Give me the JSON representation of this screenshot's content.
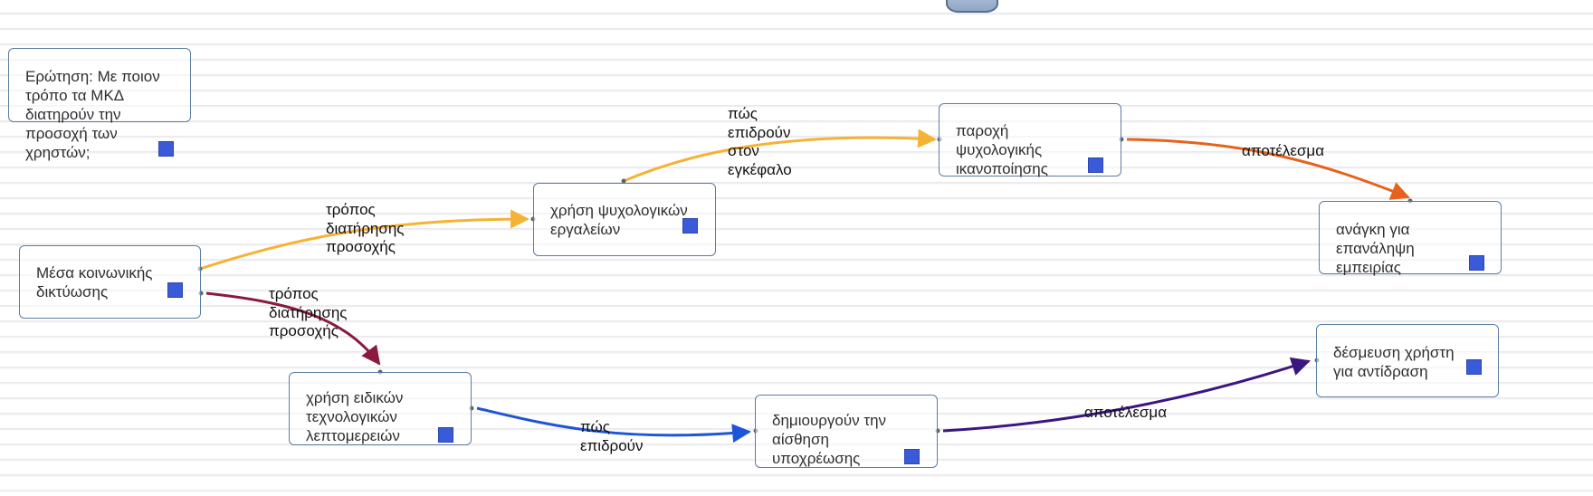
{
  "nodes": {
    "question": "Ερώτηση: Με ποιον τρόπο τα ΜΚΔ διατηρούν την προσοχή των χρηστών;",
    "social_media": "Μέσα κοινωνικής δικτύωσης",
    "psych_tools": "χρήση ψυχολογικών εργαλείων",
    "psych_satisfaction": "παροχή ψυχολογικής ικανοποίησης",
    "repeat_need": "ανάγκη για επανάληψη εμπειρίας",
    "special_tech": "χρήση ειδικών τεχνολογικών λεπτομερειών",
    "obligation": "δημιουργούν την αίσθηση υποχρέωσης",
    "user_engagement": "δέσμευση χρήστη για αντίδραση"
  },
  "links": {
    "attention_upper": "τρόπος\nδιατήρησης\nπροσοχής",
    "attention_lower": "τρόπος\nδιατήρησης\nπροσοχής",
    "brain_effect": "πώς\nεπιδρούν\nστον\nεγκέφαλο",
    "result_upper": "αποτέλεσμα",
    "effect_lower": "πώς\nεπιδρούν",
    "result_lower": "αποτέλεσμα"
  },
  "colors": {
    "yellow": "#f5b335",
    "orange": "#e5631c",
    "crimson": "#8b1a3d",
    "blue": "#1e55d6",
    "purple": "#3b1580",
    "node_border": "#5b7da3",
    "node_marker": "#3a5bd9"
  }
}
